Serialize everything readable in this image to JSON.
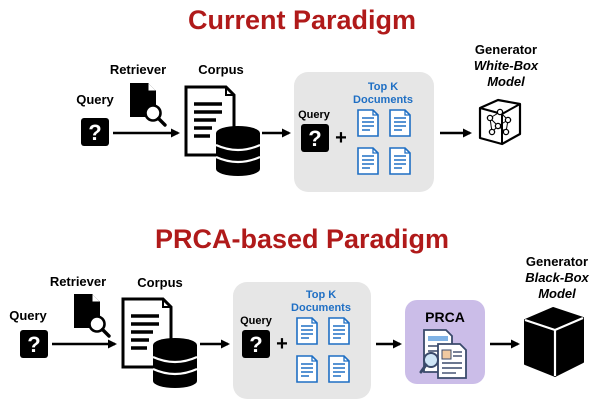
{
  "top": {
    "title": "Current Paradigm",
    "query_label": "Query",
    "retriever_label": "Retriever",
    "corpus_label": "Corpus",
    "box_query_label": "Query",
    "topk_line1": "Top K",
    "topk_line2": "Documents",
    "generator_line1": "Generator",
    "generator_line2": "White-Box",
    "generator_line3": "Model",
    "question_mark": "?",
    "plus": "+"
  },
  "bottom": {
    "title": "PRCA-based Paradigm",
    "query_label": "Query",
    "retriever_label": "Retriever",
    "corpus_label": "Corpus",
    "box_query_label": "Query",
    "topk_line1": "Top K",
    "topk_line2": "Documents",
    "prca_label": "PRCA",
    "generator_line1": "Generator",
    "generator_line2": "Black-Box",
    "generator_line3": "Model",
    "question_mark": "?",
    "plus": "+"
  },
  "colors": {
    "title": "#b01a1a",
    "doc_blue": "#1f6fc4",
    "gray_box": "#e6e6e6",
    "prca_box": "#cbbde8"
  },
  "icons": {
    "retriever": "document-search-icon",
    "corpus": "document-database-icon",
    "topk": "document-stack-icon",
    "white_box": "neural-network-cube-icon",
    "black_box": "black-cube-icon",
    "prca": "document-magnifier-icon"
  }
}
